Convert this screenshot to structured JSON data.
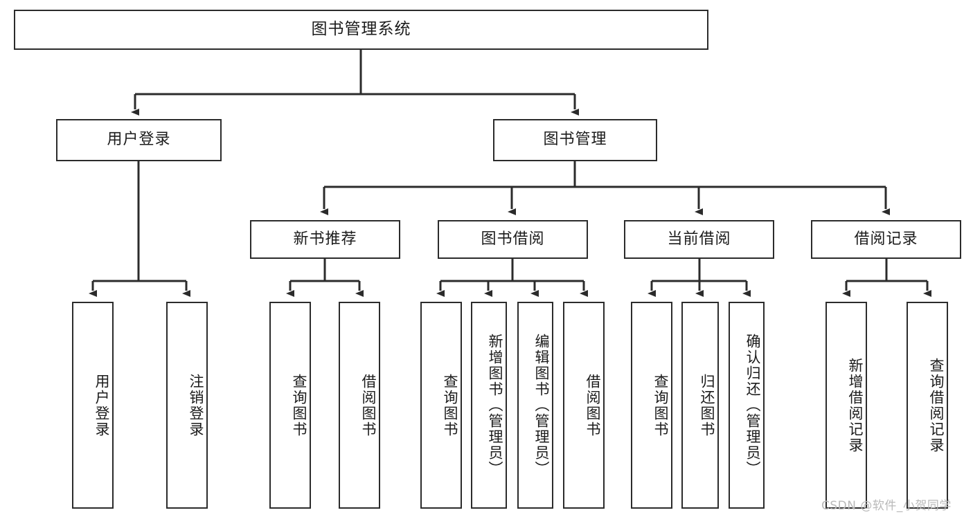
{
  "diagram": {
    "title": "图书管理系统",
    "type": "functional-structure-tree",
    "background_color": "#ffffff",
    "line_color": "#2b2b2b",
    "text_color": "#1b1b1b",
    "root": {
      "id": "root",
      "label": "图书管理系统"
    },
    "level2": [
      {
        "id": "user-login",
        "label": "用户登录"
      },
      {
        "id": "book-manage",
        "label": "图书管理"
      }
    ],
    "level3": [
      {
        "id": "new-book-recommend",
        "label": "新书推荐"
      },
      {
        "id": "book-borrow",
        "label": "图书借阅"
      },
      {
        "id": "current-borrow",
        "label": "当前借阅"
      },
      {
        "id": "borrow-record",
        "label": "借阅记录"
      }
    ],
    "leaves": [
      {
        "id": "leaf-user-login",
        "label": "用户登录",
        "parent": "user-login"
      },
      {
        "id": "leaf-user-logout",
        "label": "注销登录",
        "parent": "user-login"
      },
      {
        "id": "leaf-query-book-1",
        "label": "查询图书",
        "parent": "new-book-recommend"
      },
      {
        "id": "leaf-borrow-book-1",
        "label": "借阅图书",
        "parent": "new-book-recommend"
      },
      {
        "id": "leaf-query-book-2",
        "label": "查询图书",
        "parent": "book-borrow"
      },
      {
        "id": "leaf-add-book",
        "label": "新增图书（管理员）",
        "parent": "book-borrow"
      },
      {
        "id": "leaf-edit-book",
        "label": "编辑图书（管理员）",
        "parent": "book-borrow"
      },
      {
        "id": "leaf-borrow-book-2",
        "label": "借阅图书",
        "parent": "book-borrow"
      },
      {
        "id": "leaf-query-book-3",
        "label": "查询图书",
        "parent": "current-borrow"
      },
      {
        "id": "leaf-return-book",
        "label": "归还图书",
        "parent": "current-borrow"
      },
      {
        "id": "leaf-confirm-return",
        "label": "确认归还（管理员）",
        "parent": "current-borrow"
      },
      {
        "id": "leaf-add-record",
        "label": "新增借阅记录",
        "parent": "borrow-record"
      },
      {
        "id": "leaf-query-record",
        "label": "查询借阅记录",
        "parent": "borrow-record"
      }
    ],
    "watermark": "CSDN @软件_小贺同学"
  }
}
